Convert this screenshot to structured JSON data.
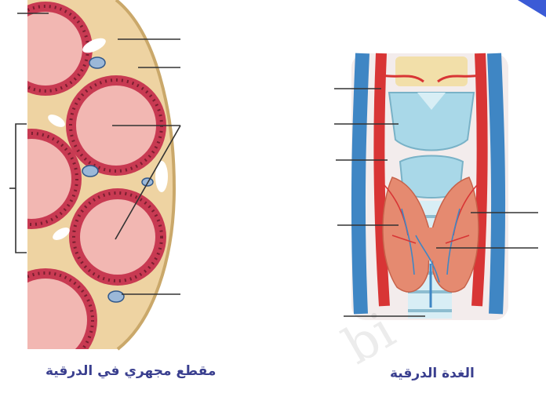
{
  "captions": {
    "left": "مقطع مجهري في الدرقية",
    "right": "الغدة الدرقية"
  },
  "watermark": "bi",
  "colors": {
    "follicle_colloid": "#f2b7b2",
    "follicle_cells": "#c83a52",
    "connective_tissue": "#eed3a2",
    "artery": "#d83535",
    "vein": "#3f86c4",
    "cartilage": "#a9d8e8",
    "thyroid_lobe": "#e58a70",
    "caption": "#3a3f8f",
    "corner_accent": "#3b5bd6"
  },
  "label_lines": {
    "left_diagram": 7,
    "right_diagram": 7
  }
}
